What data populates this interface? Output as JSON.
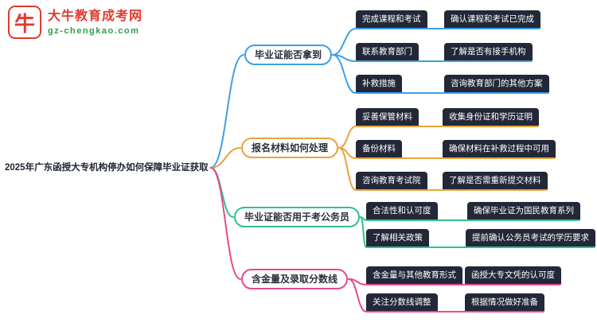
{
  "logo": {
    "mark": "牛",
    "title": "大牛教育成考网",
    "subtitle": "gz-chengkao.com",
    "title_color": "#E03A2F",
    "subtitle_color": "#2E9E4F"
  },
  "root": {
    "label": "2025年广东函授大专机构停办如何保障毕业证获取"
  },
  "colors": {
    "node_bg": "#232838",
    "node_text": "#FFFFFF",
    "root_text": "#1F2430",
    "background": "#FFFFFF"
  },
  "branches": [
    {
      "label": "毕业证能否拿到",
      "color": "#3D9FE8",
      "children": [
        {
          "label": "完成课程和考试",
          "detail": "确认课程和考试已完成"
        },
        {
          "label": "联系教育部门",
          "detail": "了解是否有接手机构"
        },
        {
          "label": "补救措施",
          "detail": "咨询教育部门的其他方案"
        }
      ]
    },
    {
      "label": "报名材料如何处理",
      "color": "#E8A33C",
      "children": [
        {
          "label": "妥善保管材料",
          "detail": "收集身份证和学历证明"
        },
        {
          "label": "备份材料",
          "detail": "确保材料在补救过程中可用"
        },
        {
          "label": "咨询教育考试院",
          "detail": "了解是否需重新提交材料"
        }
      ]
    },
    {
      "label": "毕业证能否用于考公务员",
      "color": "#2FC08D",
      "children": [
        {
          "label": "合法性和认可度",
          "detail": "确保毕业证为国民教育系列"
        },
        {
          "label": "了解相关政策",
          "detail": "提前确认公务员考试的学历要求"
        }
      ]
    },
    {
      "label": "含金量及录取分数线",
      "color": "#E8498D",
      "children": [
        {
          "label": "含金量与其他教育形式",
          "detail": "函授大专文凭的认可度"
        },
        {
          "label": "关注分数线调整",
          "detail": "根据情况做好准备"
        }
      ]
    }
  ]
}
